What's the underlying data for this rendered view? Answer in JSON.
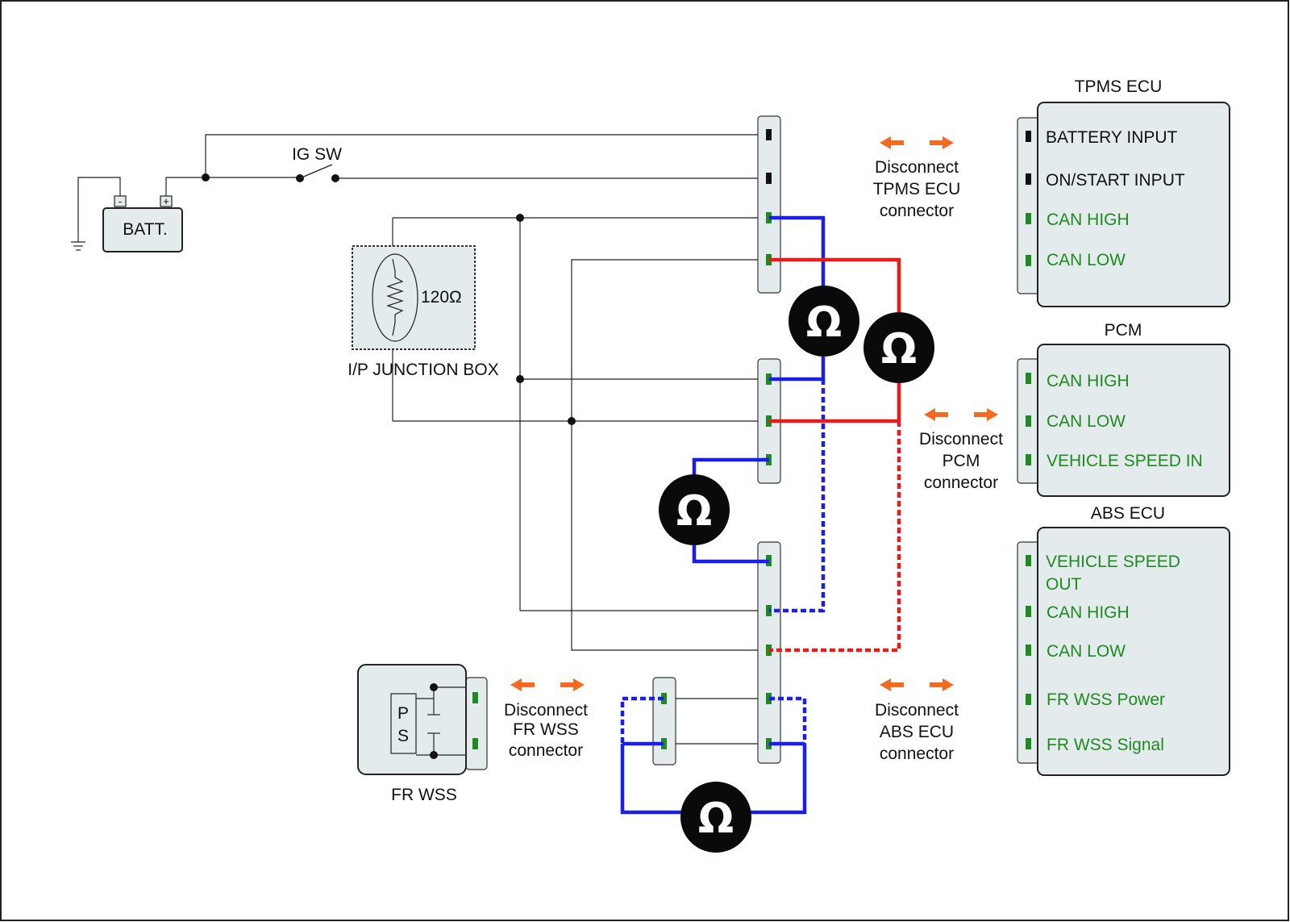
{
  "components": {
    "batt": {
      "label": "BATT.",
      "minus": "-",
      "plus": "+"
    },
    "ig_sw": {
      "label": "IG SW"
    },
    "junction_box": {
      "label": "I/P JUNCTION BOX",
      "resistor": "120Ω"
    },
    "fr_wss": {
      "label": "FR WSS",
      "p": "P",
      "s": "S"
    },
    "meter_symbol": "Ω"
  },
  "modules": {
    "tpms": {
      "title": "TPMS ECU",
      "pins": [
        {
          "label": "BATTERY INPUT",
          "color": "black"
        },
        {
          "label": "ON/START INPUT",
          "color": "black"
        },
        {
          "label": "CAN HIGH",
          "color": "green"
        },
        {
          "label": "CAN LOW",
          "color": "green"
        }
      ]
    },
    "pcm": {
      "title": "PCM",
      "pins": [
        {
          "label": "CAN HIGH",
          "color": "green"
        },
        {
          "label": "CAN LOW",
          "color": "green"
        },
        {
          "label": "VEHICLE SPEED IN",
          "color": "green"
        }
      ]
    },
    "abs": {
      "title": "ABS ECU",
      "pins": [
        {
          "label": "VEHICLE SPEED",
          "label2": "OUT",
          "color": "green"
        },
        {
          "label": "CAN HIGH",
          "color": "green"
        },
        {
          "label": "CAN LOW",
          "color": "green"
        },
        {
          "label": "FR WSS Power",
          "color": "green"
        },
        {
          "label": "FR WSS Signal",
          "color": "green"
        }
      ]
    }
  },
  "notes": {
    "tpms": [
      "Disconnect",
      "TPMS ECU",
      "connector"
    ],
    "pcm": [
      "Disconnect",
      "PCM",
      "connector"
    ],
    "abs": [
      "Disconnect",
      "ABS ECU",
      "connector"
    ],
    "fr_wss": [
      "Disconnect",
      "FR WSS",
      "connector"
    ]
  },
  "colors": {
    "can_high_probe": "#1a1ee6",
    "can_low_probe": "#e81b1b",
    "green_pin": "#1f8a1f",
    "disconnect_arrow": "#f26b21",
    "module_fill": "#e3ebec"
  }
}
